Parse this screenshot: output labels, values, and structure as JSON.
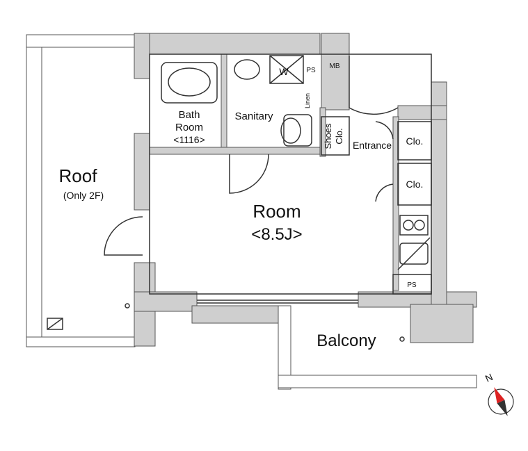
{
  "plan": {
    "roof": {
      "label": "Roof",
      "note": "(Only 2F)"
    },
    "bath": {
      "line1": "Bath",
      "line2": "Room",
      "line3": "<1116>"
    },
    "sanitary": "Sanitary",
    "washer": "W",
    "ps_top": "PS",
    "mb": "MB",
    "linen": "Linen",
    "shoes_line1": "Shoes",
    "shoes_line2": "Clo.",
    "entrance": "Entrance",
    "clo_1": "Clo.",
    "clo_2": "Clo.",
    "room": {
      "label": "Room",
      "size": "<8.5J>"
    },
    "ps_bottom": "PS",
    "balcony": "Balcony",
    "compass": "N"
  },
  "colors": {
    "wall": "#cfcfcf",
    "line": "#3a3a3a",
    "background": "#ffffff"
  }
}
